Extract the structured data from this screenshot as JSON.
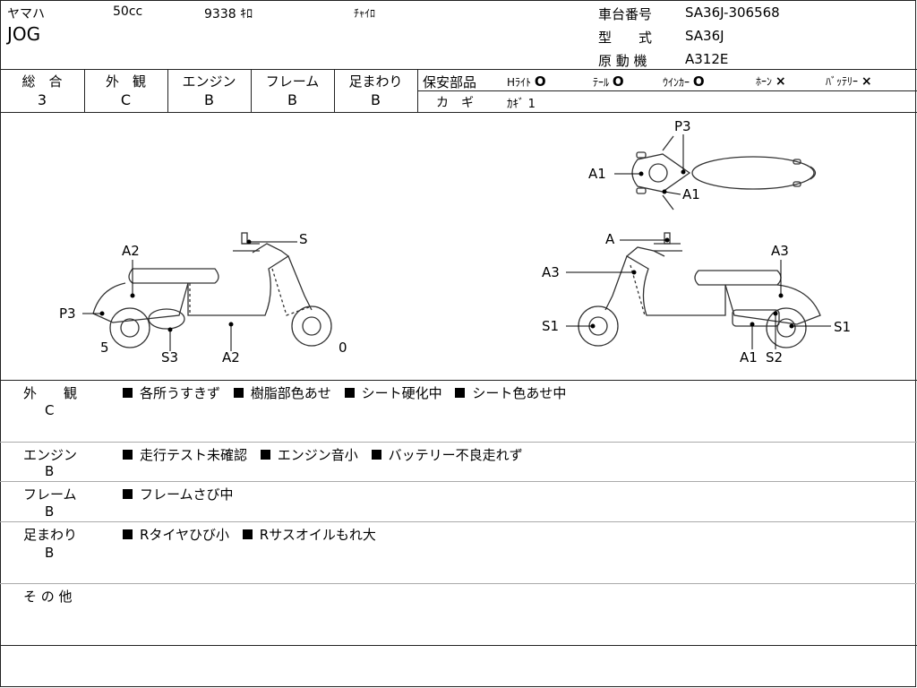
{
  "header": {
    "maker": "ヤマハ",
    "displacement": "50cc",
    "mileage": "9338 ｷﾛ",
    "color": "ﾁｬｲﾛ",
    "model": "JOG",
    "frame_no_label": "車台番号",
    "frame_no": "SA36J-306568",
    "type_label": "型　　式",
    "type_value": "SA36J",
    "engine_label": "原 動 機",
    "engine_value": "A312E"
  },
  "grades": [
    {
      "label": "総　合",
      "value": "3"
    },
    {
      "label": "外　観",
      "value": "C"
    },
    {
      "label": "エンジン",
      "value": "B"
    },
    {
      "label": "フレーム",
      "value": "B"
    },
    {
      "label": "足まわり",
      "value": "B"
    }
  ],
  "safety": {
    "title": "保安部品",
    "items": [
      {
        "label": "Hﾗｲﾄ",
        "mark": "O"
      },
      {
        "label": "ﾃｰﾙ",
        "mark": "O"
      },
      {
        "label": "ｳｲﾝｶｰ",
        "mark": "O"
      },
      {
        "label": "ﾎｰﾝ",
        "mark": "×"
      },
      {
        "label": "ﾊﾞｯﾃﾘｰ",
        "mark": "×"
      }
    ],
    "key_label": "カ　ギ",
    "key_value": "ｶｷﾞ 1"
  },
  "diagram_labels": {
    "top": {
      "p3": "P3",
      "a1_left": "A1",
      "a1_right": "A1"
    },
    "left": {
      "s": "S",
      "a2_top": "A2",
      "p3": "P3",
      "five": "5",
      "s3": "S3",
      "a2_bottom": "A2",
      "zero": "0"
    },
    "right": {
      "a": "A",
      "a3_left": "A3",
      "a3_right": "A3",
      "s1_left": "S1",
      "s1_right": "S1",
      "a1": "A1",
      "s2": "S2"
    }
  },
  "remarks": [
    {
      "title": "外　　観",
      "grade": "C",
      "items": [
        "各所うすきず",
        "樹脂部色あせ",
        "シート硬化中",
        "シート色あせ中"
      ]
    },
    {
      "title": "エンジン",
      "grade": "B",
      "items": [
        "走行テスト未確認",
        "エンジン音小",
        "バッテリー不良走れず"
      ]
    },
    {
      "title": "フレーム",
      "grade": "B",
      "items": [
        "フレームさび中"
      ]
    },
    {
      "title": "足まわり",
      "grade": "B",
      "items": [
        "Rタイヤひび小",
        "Rサスオイルもれ大"
      ]
    }
  ],
  "other": {
    "title": "そ の 他"
  }
}
